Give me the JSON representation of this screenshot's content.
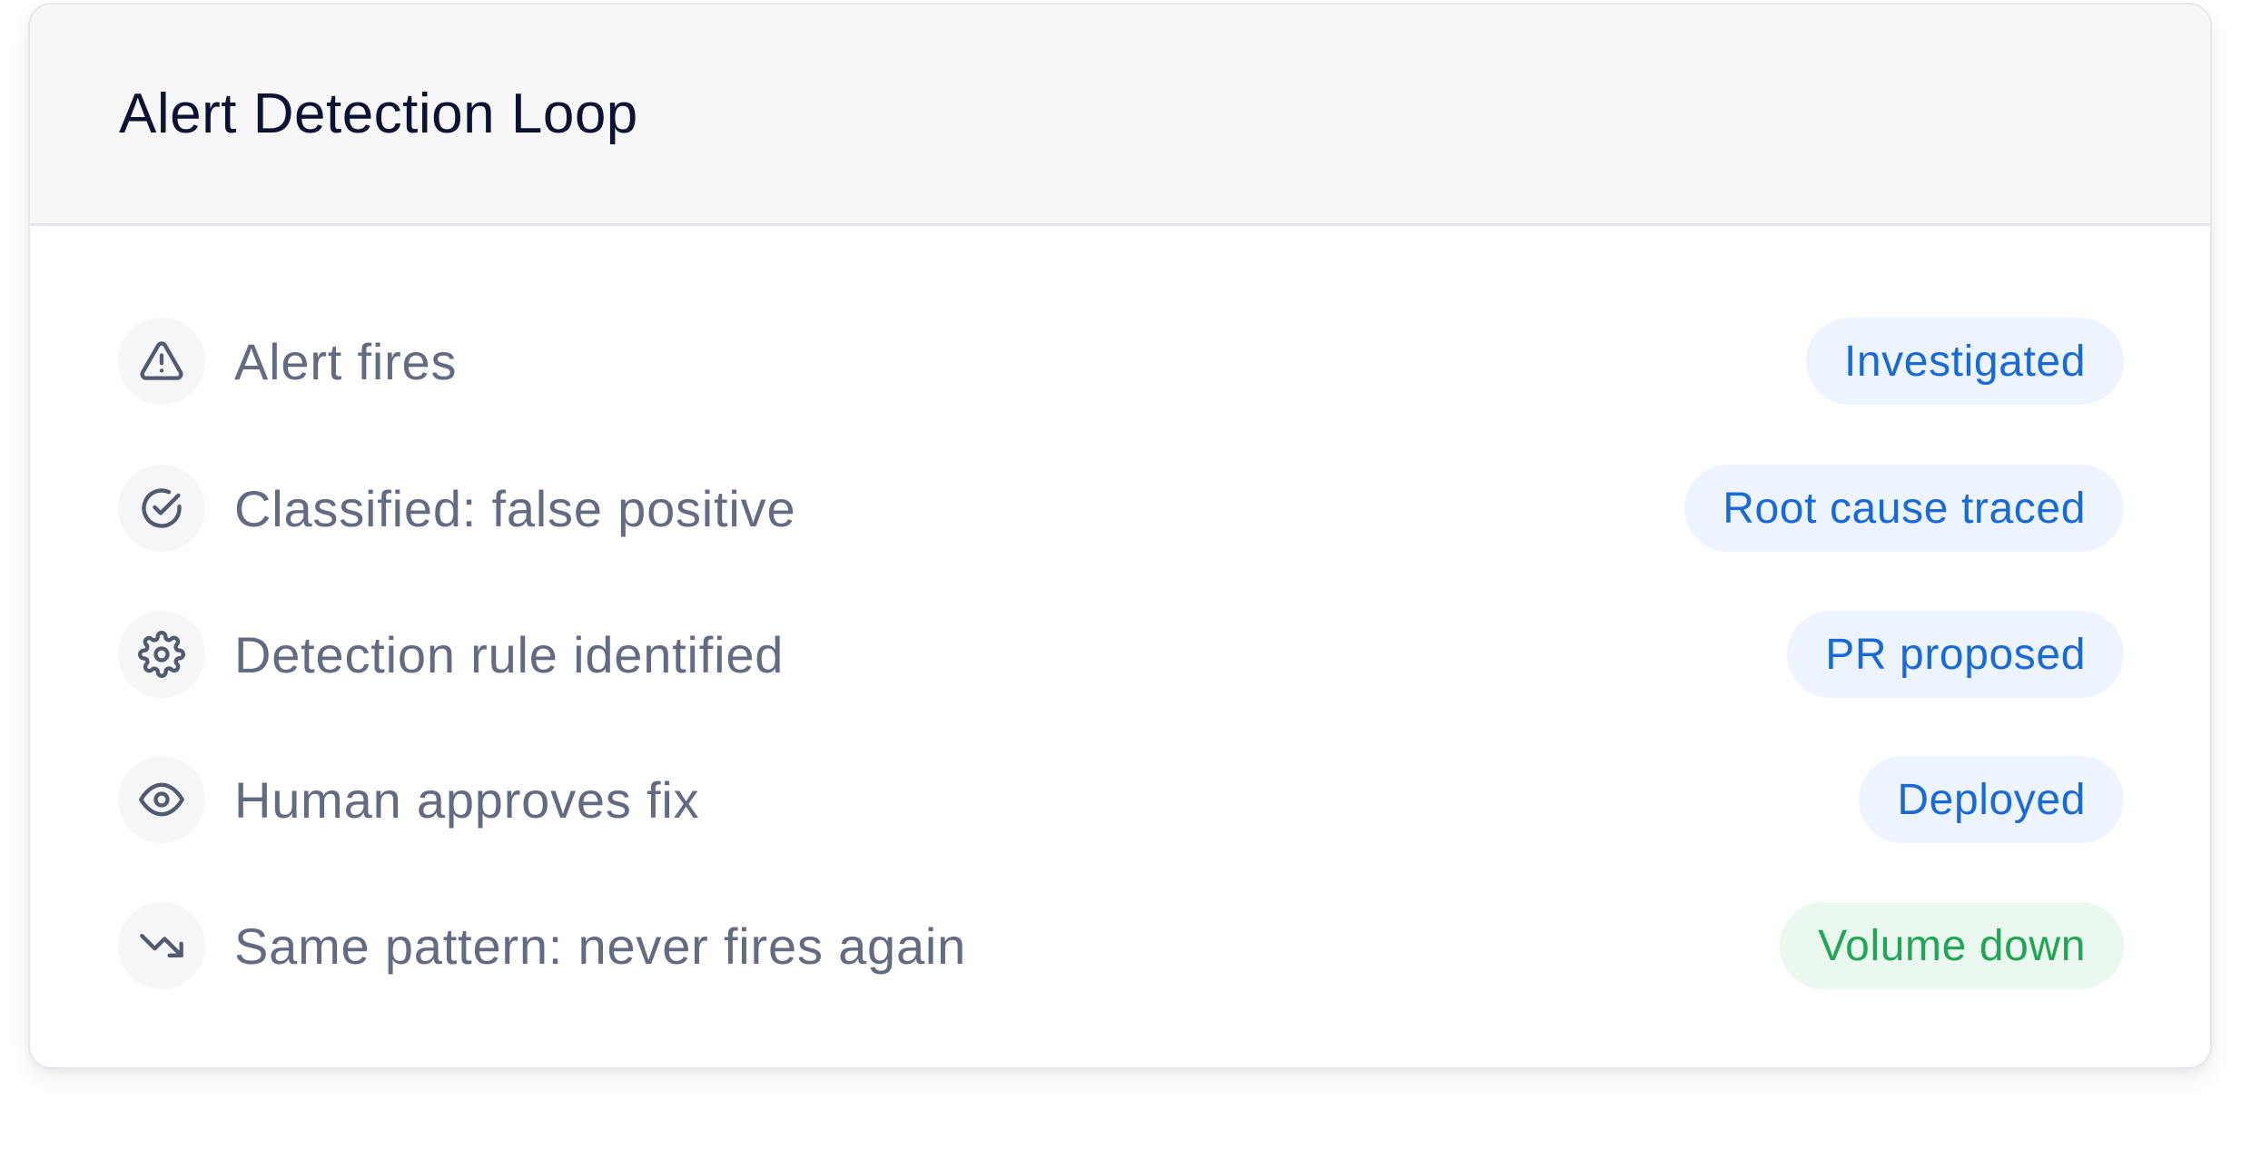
{
  "card": {
    "title": "Alert Detection Loop"
  },
  "steps": [
    {
      "icon": "warning-triangle-icon",
      "label": "Alert fires",
      "badge": "Investigated",
      "badge_color": "#1a6ad6"
    },
    {
      "icon": "check-circle-icon",
      "label": "Classified: false positive",
      "badge": "Root cause traced",
      "badge_color": "#1a6ad6"
    },
    {
      "icon": "gear-icon",
      "label": "Detection rule identified",
      "badge": "PR proposed",
      "badge_color": "#1a6ad6"
    },
    {
      "icon": "eye-icon",
      "label": "Human approves fix",
      "badge": "Deployed",
      "badge_color": "#1a6ad6"
    },
    {
      "icon": "trending-down-icon",
      "label": "Same pattern: never fires again",
      "badge": "Volume down",
      "badge_color": "#22a554"
    }
  ]
}
